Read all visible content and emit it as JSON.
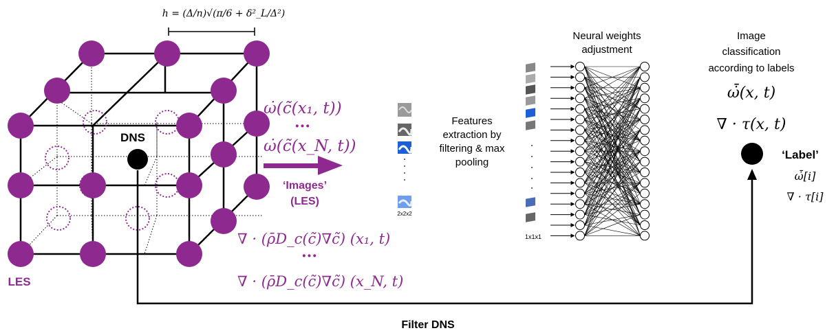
{
  "spacing_formula": "h = (Δ/n)√(π/6 + δ²_L/Δ²)",
  "labels": {
    "dns": "DNS",
    "les": "LES",
    "images_line1": "‘Images’",
    "images_line2": "(LES)",
    "filter_dns": "Filter DNS",
    "features_line1": "Features",
    "features_line2": "extraction by",
    "features_line3": "filtering & max",
    "features_line4": "pooling",
    "neural_line1": "Neural weights",
    "neural_line2": "adjustment",
    "classif_line1": "Image",
    "classif_line2": "classification",
    "classif_line3": "according to labels",
    "label_word": "‘Label’",
    "kernel_2": "2x2x2",
    "kernel_1": "1x1x1",
    "ellipsis": "···"
  },
  "equations": {
    "omega_1": "ω̇(c̃(x₁, t))",
    "omega_n": "ω̇(c̃(x_N, t))",
    "div_1": "∇ · (ρ̄D_c(c̃)∇c̃) (x₁, t)",
    "div_n": "∇ · (ρ̄D_c(c̃)∇c̃) (x_N, t)",
    "omega_bar": "ω̇̄(x, t)",
    "div_tau": "∇ · τ(x, t)",
    "label_omega": "ω̇̄[i]",
    "label_tau": "∇ · τ[i]"
  },
  "colors": {
    "les_node": "#8e2a8f",
    "dns_node": "#000000",
    "arrow_purple": "#8e2a8f",
    "feature_blue": "#1e5fd6"
  }
}
